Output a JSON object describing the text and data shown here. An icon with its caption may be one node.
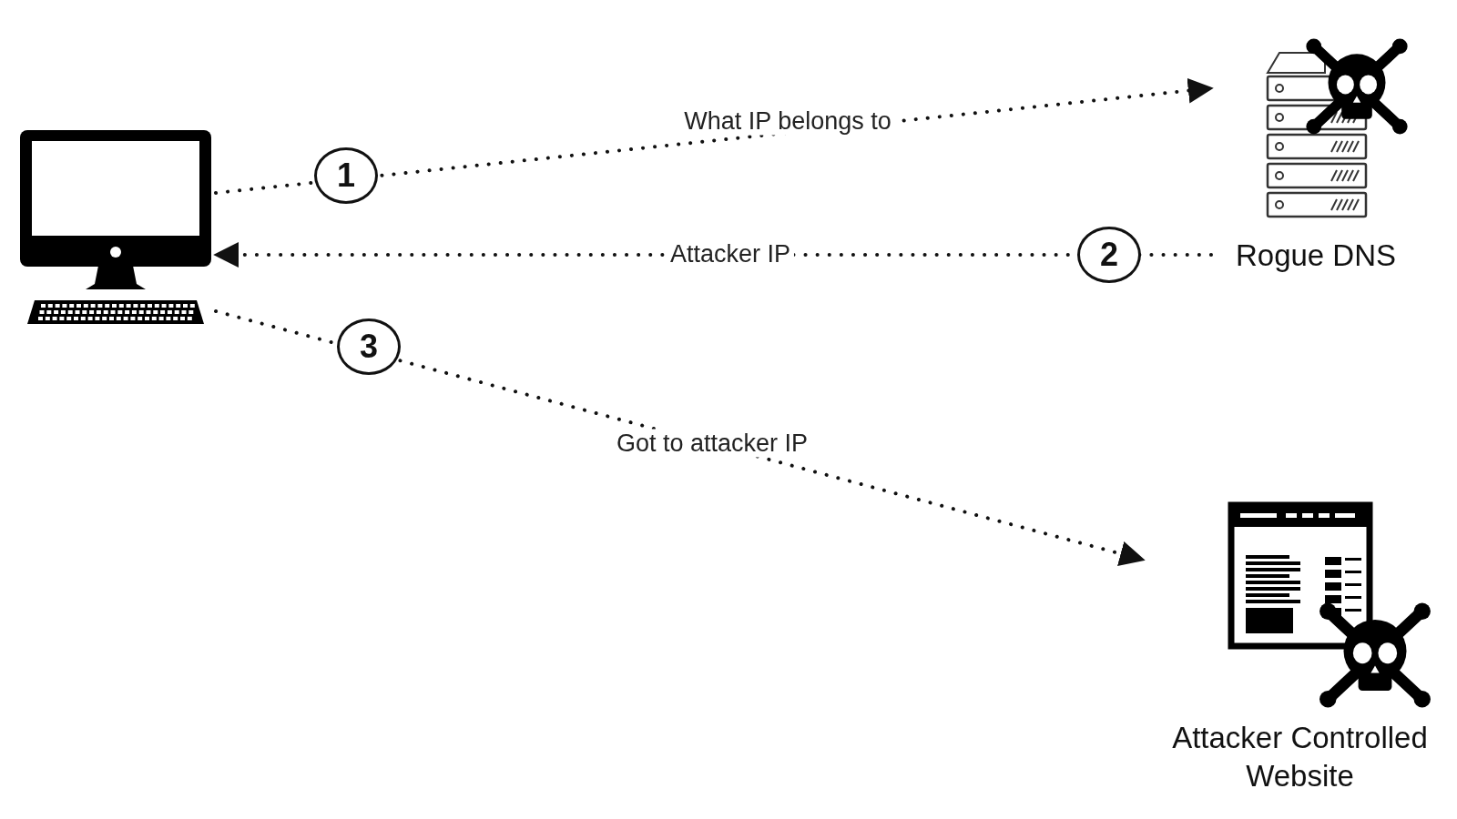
{
  "diagram": {
    "nodes": [
      {
        "text": [],
        "shape": "picture"
      },
      {
        "text": [
          "Rogue DNS"
        ]
      },
      {
        "text": [
          "Attacker Controlled Website"
        ]
      }
    ],
    "edges": [
      {
        "from": 0,
        "to": 1,
        "arrow": "to",
        "label": "What IP belongs to"
      },
      {
        "from": 1,
        "to": 0,
        "arrow": "to",
        "label": "Attacker IP"
      },
      {
        "from": 0,
        "to": 2,
        "arrow": "to",
        "label": "Got to attacker IP"
      }
    ],
    "labels": [
      "1",
      "2",
      "3"
    ]
  }
}
